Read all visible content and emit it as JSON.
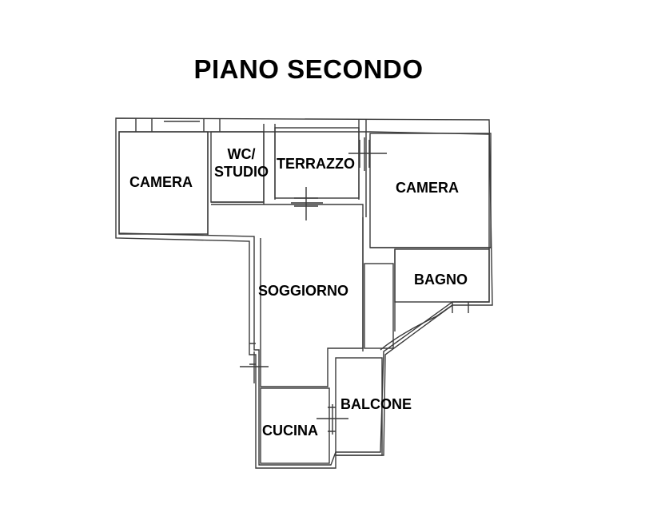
{
  "title": "PIANO SECONDO",
  "rooms": [
    {
      "id": "camera-left",
      "label": "CAMERA"
    },
    {
      "id": "wc-studio",
      "line1": "WC/",
      "line2": "STUDIO"
    },
    {
      "id": "terrazzo",
      "label": "TERRAZZO"
    },
    {
      "id": "camera-right",
      "label": "CAMERA"
    },
    {
      "id": "bagno",
      "label": "BAGNO"
    },
    {
      "id": "soggiorno",
      "label": "SOGGIORNO"
    },
    {
      "id": "balcone",
      "label": "BALCONE"
    },
    {
      "id": "cucina",
      "label": "CUCINA"
    }
  ],
  "colors": {
    "wall": "#3a3a3a",
    "text": "#000000",
    "background": "#ffffff"
  }
}
